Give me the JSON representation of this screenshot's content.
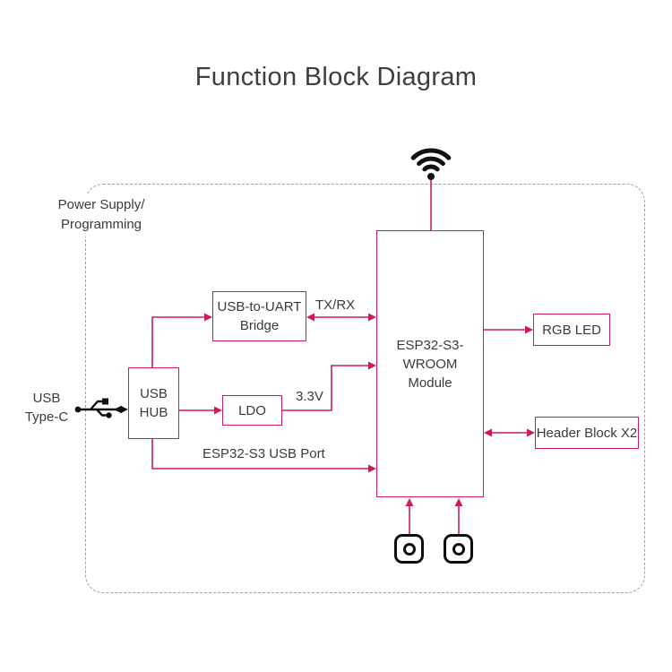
{
  "title": "Function Block Diagram",
  "region": {
    "label_line1": "Power Supply/",
    "label_line2": "Programming"
  },
  "blocks": {
    "module": {
      "line1": "ESP32-S3-",
      "line2": "WROOM",
      "line3": "Module"
    },
    "usb_uart_bridge": {
      "line1": "USB-to-UART",
      "line2": "Bridge"
    },
    "usb_hub": {
      "line1": "USB",
      "line2": "HUB"
    },
    "ldo": {
      "label": "LDO"
    },
    "rgb_led": {
      "label": "RGB LED"
    },
    "header_block": {
      "label": "Header Block X2"
    }
  },
  "connections": {
    "tx_rx": "TX/RX",
    "ldo_out": "3.3V",
    "usb_port": "ESP32-S3 USB Port"
  },
  "external": {
    "usb_label_line1": "USB",
    "usb_label_line2": "Type-C"
  },
  "icons": {
    "wifi": "wifi-icon",
    "usb": "usb-plug-icon",
    "button": "push-button-icon"
  },
  "colors": {
    "accent": "#d01b5b",
    "text": "#3a3a3a",
    "icon": "#111111",
    "dash": "#9e9e9e"
  }
}
